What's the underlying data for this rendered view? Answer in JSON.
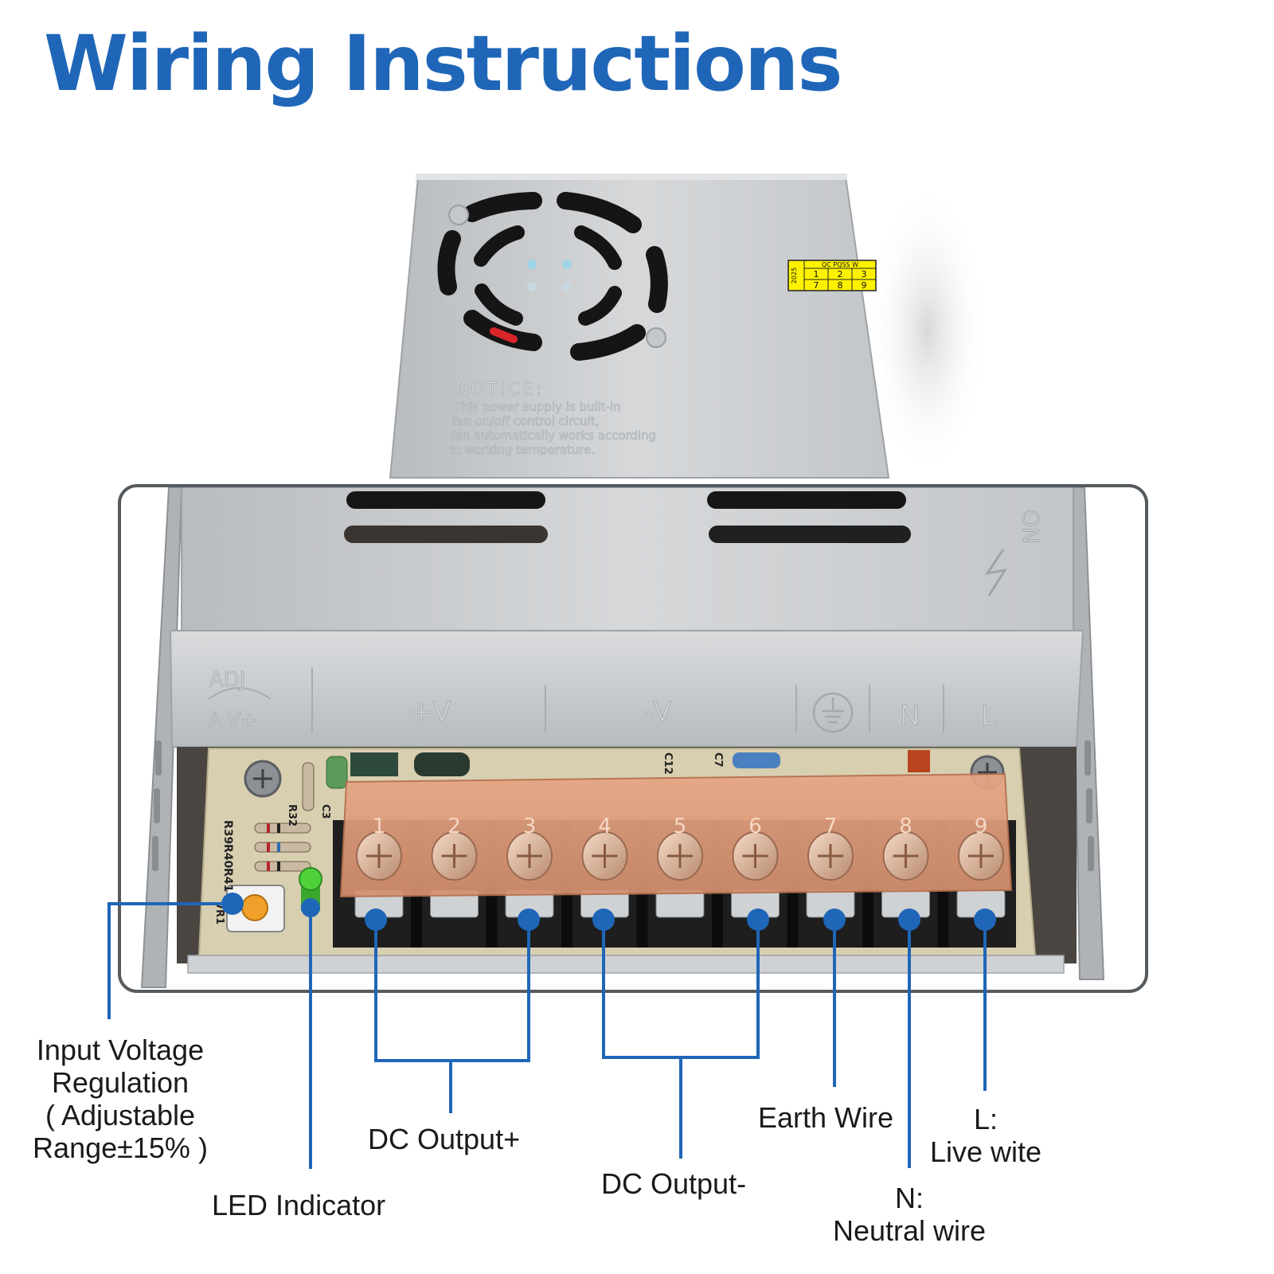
{
  "title": "Wiring Instructions",
  "colors": {
    "title": "#1f66b8",
    "callout": "#1f66b8",
    "housing": "#c9cccf",
    "terminal_cover": "#e8a888",
    "pcb": "#d7cfae",
    "led": "#4fd13a",
    "label_bg": "#fff200"
  },
  "product": {
    "notice_heading": "NOTICE:",
    "notice_lines": [
      "This power supply is built-in",
      "fan on/off control circuit,",
      "fan automatically works according",
      "to working temperature."
    ],
    "qc_sticker": {
      "header": "QC PQSS W",
      "year": "2025",
      "row1": [
        "1",
        "2",
        "3"
      ],
      "row2": [
        "7",
        "8",
        "9"
      ]
    },
    "panel_labels": {
      "adj": "ADJ",
      "adj_sub": "A  V+",
      "v_plus": "+V",
      "v_minus": "-V",
      "neutral": "N",
      "live": "L",
      "corner": "ON"
    },
    "pcb_labels": [
      "R39",
      "R40",
      "R41",
      "R32",
      "C3",
      "VR1",
      "C12",
      "C7"
    ],
    "terminal_numbers": [
      "1",
      "2",
      "3",
      "4",
      "5",
      "6",
      "7",
      "8",
      "9"
    ]
  },
  "callouts": {
    "input_voltage": [
      "Input Voltage",
      "Regulation",
      "( Adjustable",
      "Range±15% )"
    ],
    "led": "LED Indicator",
    "dc_plus": "DC Output+",
    "dc_minus": "DC Output-",
    "earth": "Earth Wire",
    "neutral": [
      "N:",
      "Neutral wire"
    ],
    "live": [
      "L:",
      "Live wite"
    ]
  }
}
